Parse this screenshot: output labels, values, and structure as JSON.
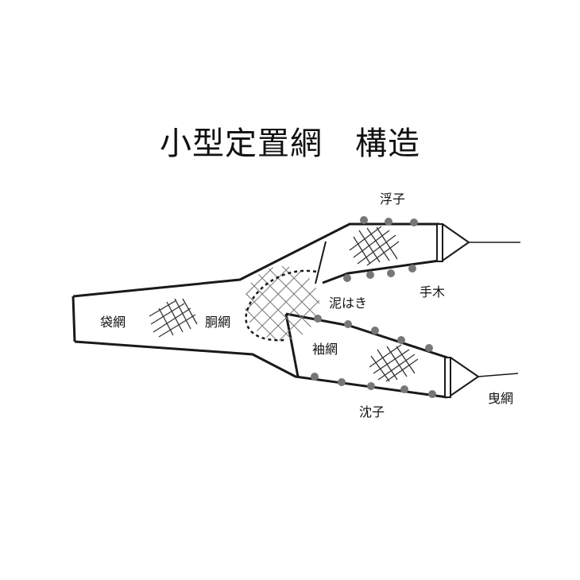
{
  "title": "小型定置網　構造",
  "labels": {
    "fukuro_ami": "袋網",
    "do_ami": "胴網",
    "ukiko": "浮子",
    "tegi": "手木",
    "dorohaki": "泥はき",
    "sode_ami": "袖網",
    "chinshi": "沈子",
    "hiki_ami": "曳網"
  },
  "colors": {
    "line": "#1a1a1a",
    "float": "#777777",
    "mesh": "#333333"
  }
}
